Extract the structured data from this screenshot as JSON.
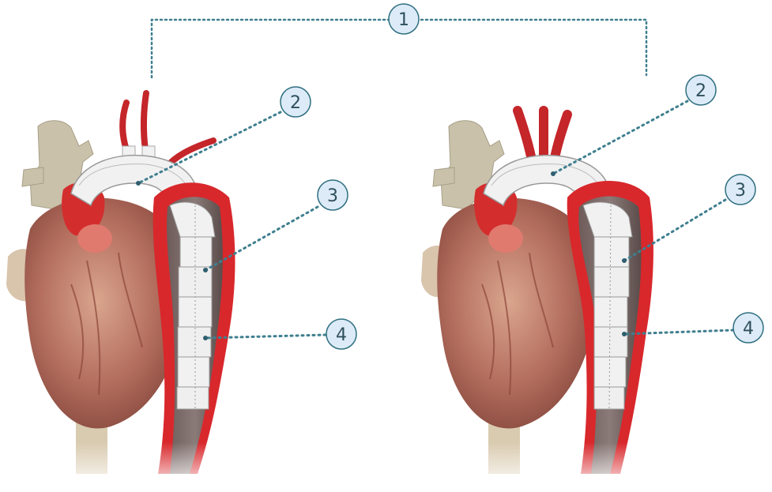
{
  "colors": {
    "callout_fill": "#dcebf7",
    "callout_stroke": "#2f6f80",
    "leader_line": "#3f7f8f",
    "vessel_red": "#d8282c",
    "heart_tone": "#b67060",
    "graft_white": "#f1f1f1",
    "vein_beige": "#c9c1a9",
    "aorta_interior": "#6a6363"
  },
  "callouts": {
    "c1": "1",
    "left": {
      "c2": "2",
      "c3": "3",
      "c4": "4"
    },
    "right": {
      "c2": "2",
      "c3": "3",
      "c4": "4"
    }
  },
  "illustrations": [
    {
      "name": "left",
      "variant": "graft with separate branch grafts"
    },
    {
      "name": "right",
      "variant": "graft with native head vessels"
    }
  ]
}
